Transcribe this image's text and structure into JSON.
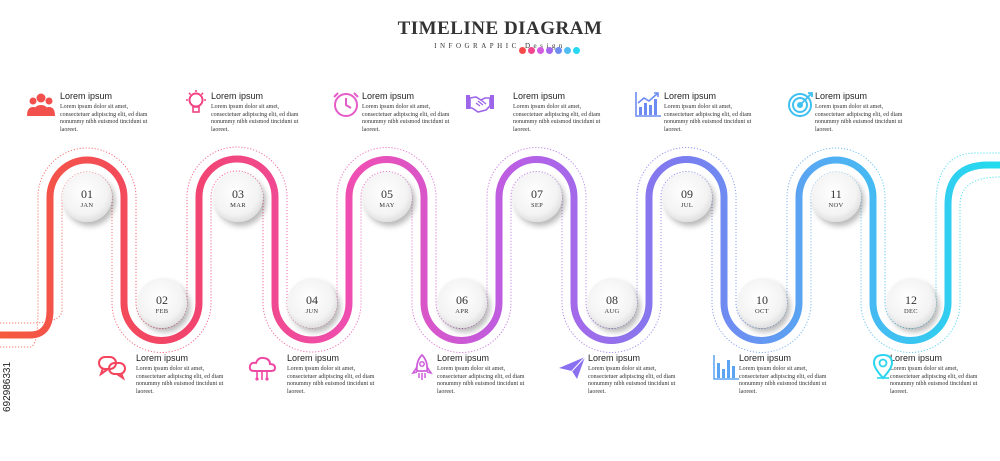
{
  "header": {
    "title": "TIMELINE DIAGRAM",
    "subtitle": "INFOGRAPHIC Design",
    "dot_colors": [
      "#f54b4b",
      "#f0478f",
      "#d25be0",
      "#a567ee",
      "#6e8df2",
      "#4fbdf3",
      "#27d8f0"
    ]
  },
  "side_id": "692986331",
  "milestones": [
    {
      "num": "01",
      "month": "JAN",
      "title": "Lorem ipsum",
      "body": "Lorem ipsum dolor sit amet, consectetuer adipiscing elit, ed diam nonummy nibh euismod tincidunt ut laoreet.",
      "icon": "team-icon",
      "color": "#f2504c"
    },
    {
      "num": "02",
      "month": "FEB",
      "title": "Lorem ipsum",
      "body": "Lorem ipsum dolor sit amet, consectetuer adipiscing elit, ed diam nonummy nibh euismod tincidunt ut laoreet.",
      "icon": "chat-bubbles-icon",
      "color": "#f4455f"
    },
    {
      "num": "03",
      "month": "MAR",
      "title": "Lorem ipsum",
      "body": "Lorem ipsum dolor sit amet, consectetuer adipiscing elit, ed diam nonummy nibh euismod tincidunt ut laoreet.",
      "icon": "lightbulb-icon",
      "color": "#f04484"
    },
    {
      "num": "04",
      "month": "JUN",
      "title": "Lorem ipsum",
      "body": "Lorem ipsum dolor sit amet, consectetuer adipiscing elit, ed diam nonummy nibh euismod tincidunt ut laoreet.",
      "icon": "cloud-network-icon",
      "color": "#ee4aa4"
    },
    {
      "num": "05",
      "month": "MAY",
      "title": "Lorem ipsum",
      "body": "Lorem ipsum dolor sit amet, consectetuer adipiscing elit, ed diam nonummy nibh euismod tincidunt ut laoreet.",
      "icon": "clock-icon",
      "color": "#e55bc8"
    },
    {
      "num": "06",
      "month": "APR",
      "title": "Lorem ipsum",
      "body": "Lorem ipsum dolor sit amet, consectetuer adipiscing elit, ed diam nonummy nibh euismod tincidunt ut laoreet.",
      "icon": "rocket-icon",
      "color": "#cf5fdc"
    },
    {
      "num": "07",
      "month": "SEP",
      "title": "Lorem ipsum",
      "body": "Lorem ipsum dolor sit amet, consectetuer adipiscing elit, ed diam nonummy nibh euismod tincidunt ut laoreet.",
      "icon": "handshake-icon",
      "color": "#9d66ea"
    },
    {
      "num": "08",
      "month": "AUG",
      "title": "Lorem ipsum",
      "body": "Lorem ipsum dolor sit amet, consectetuer adipiscing elit, ed diam nonummy nibh euismod tincidunt ut laoreet.",
      "icon": "paper-plane-icon",
      "color": "#8a6ff0"
    },
    {
      "num": "09",
      "month": "JUL",
      "title": "Lorem ipsum",
      "body": "Lorem ipsum dolor sit amet, consectetuer adipiscing elit, ed diam nonummy nibh euismod tincidunt ut laoreet.",
      "icon": "growth-chart-icon",
      "color": "#6d8cf2"
    },
    {
      "num": "10",
      "month": "OCT",
      "title": "Lorem ipsum",
      "body": "Lorem ipsum dolor sit amet, consectetuer adipiscing elit, ed diam nonummy nibh euismod tincidunt ut laoreet.",
      "icon": "bar-chart-icon",
      "color": "#5aa4f3"
    },
    {
      "num": "11",
      "month": "NOV",
      "title": "Lorem ipsum",
      "body": "Lorem ipsum dolor sit amet, consectetuer adipiscing elit, ed diam nonummy nibh euismod tincidunt ut laoreet.",
      "icon": "target-icon",
      "color": "#3fc0f1"
    },
    {
      "num": "12",
      "month": "DEC",
      "title": "Lorem ipsum",
      "body": "Lorem ipsum dolor sit amet, consectetuer adipiscing elit, ed diam nonummy nibh euismod tincidunt ut laoreet.",
      "icon": "location-pin-icon",
      "color": "#2bd5ee"
    }
  ]
}
